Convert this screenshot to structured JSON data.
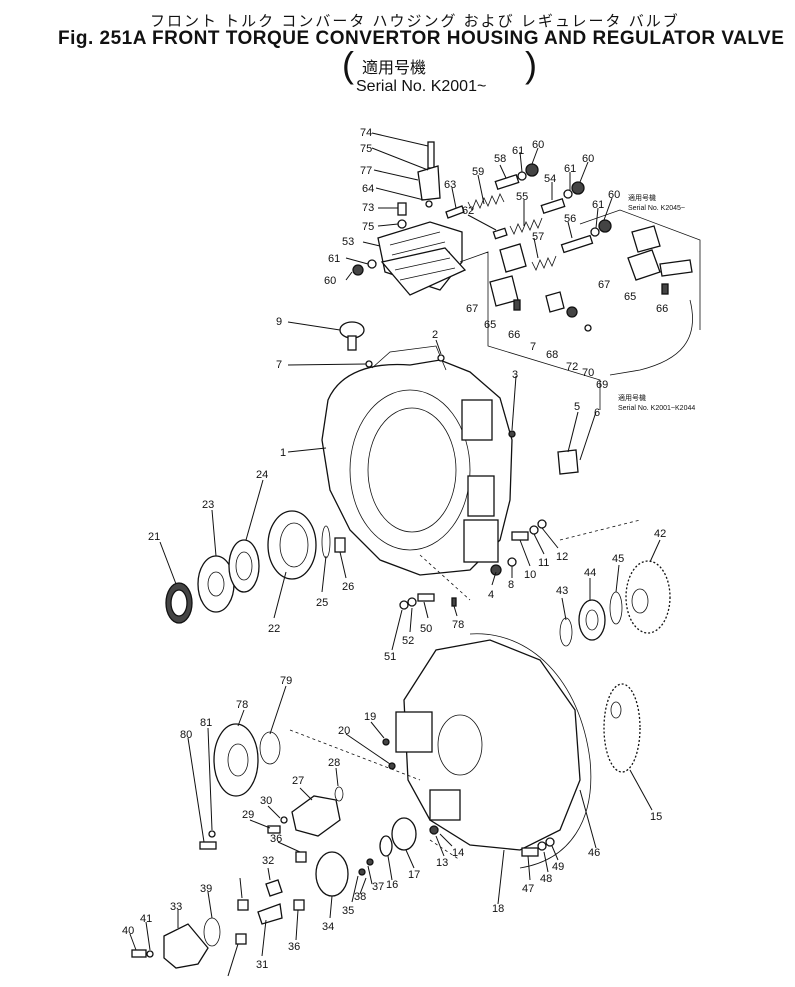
{
  "title_jp": "フロント トルク コンバータ ハウジング および レギュレータ バルブ",
  "title": "Fig. 251A FRONT TORQUE CONVERTOR HOUSING AND REGULATOR VALVE",
  "subtitle_jp": "適用号機",
  "serial": "Serial No. K2001~",
  "variant_notes": {
    "upper_jp": "適用号機",
    "upper": "Serial No. K2045~",
    "lower_jp": "適用号機",
    "lower": "Serial No. K2001~K2044"
  },
  "callouts": [
    "74",
    "75",
    "77",
    "64",
    "73",
    "75",
    "53",
    "61",
    "60",
    "58",
    "61",
    "60",
    "59",
    "63",
    "62",
    "54",
    "61",
    "60",
    "55",
    "56",
    "60",
    "57",
    "61",
    "67",
    "65",
    "66",
    "67",
    "65",
    "66",
    "7",
    "68",
    "72",
    "70",
    "69",
    "9",
    "2",
    "7",
    "3",
    "5",
    "6",
    "1",
    "24",
    "23",
    "21",
    "22",
    "25",
    "26",
    "4",
    "8",
    "10",
    "11",
    "12",
    "43",
    "44",
    "45",
    "42",
    "52",
    "50",
    "78",
    "51",
    "79",
    "78",
    "81",
    "80",
    "19",
    "20",
    "28",
    "27",
    "30",
    "29",
    "36",
    "32",
    "33",
    "41",
    "40",
    "39",
    "31",
    "35",
    "36",
    "34",
    "38",
    "37",
    "16",
    "17",
    "14",
    "13",
    "18",
    "47",
    "48",
    "49",
    "46",
    "15"
  ]
}
